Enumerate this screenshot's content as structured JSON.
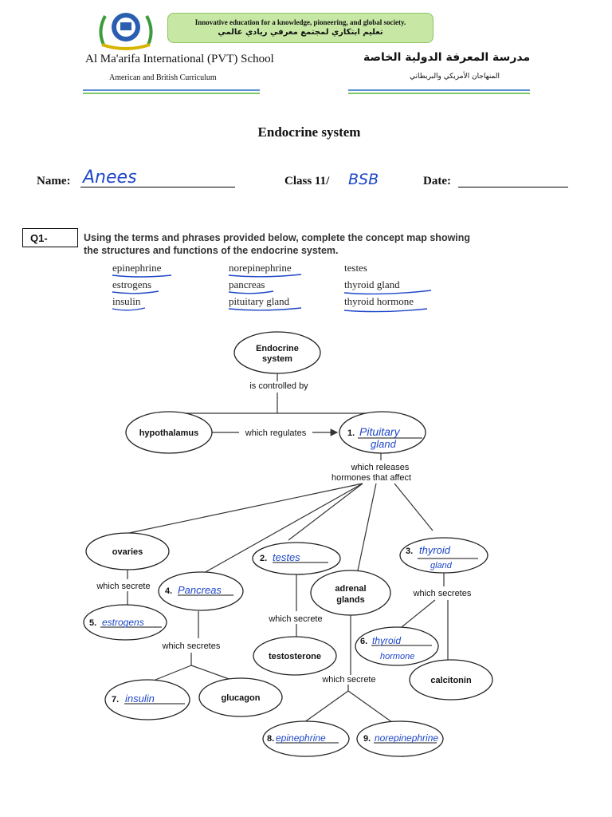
{
  "header": {
    "banner_en": "Innovative education for a knowledge, pioneering, and global society.",
    "banner_ar": "تعليم ابتكاري لمجتمع معرفي ريادي عالمي",
    "school_en": "Al Ma'arifa International (PVT) School",
    "curriculum_en": "American and British Curriculum",
    "school_ar": "مدرسة المعرفة الدولية الخاصة",
    "curriculum_ar": "المنهاجان الأمريكي والبريطاني"
  },
  "title": "Endocrine system",
  "info": {
    "name_label": "Name:",
    "name_value": "Anees",
    "class_label": "Class 11/",
    "class_value": "BSB",
    "date_label": "Date:"
  },
  "question": {
    "number": "Q1-",
    "line1": "Using the terms and phrases provided below, complete the concept map showing",
    "line2": "the structures and functions of the endocrine system."
  },
  "terms": [
    "epinephrine",
    "norepinephrine",
    "testes",
    "estrogens",
    "pancreas",
    "thyroid gland",
    "insulin",
    "pituitary gland",
    "thyroid hormone"
  ],
  "map": {
    "endocrine_1": "Endocrine",
    "endocrine_2": "system",
    "controlled_by": "is controlled by",
    "hypothalamus": "hypothalamus",
    "which_regulates": "which regulates",
    "n1": "1.",
    "a1a": "Pituitary",
    "a1b": "gland",
    "releases_1": "which releases",
    "releases_2": "hormones that affect",
    "ovaries": "ovaries",
    "n2": "2.",
    "a2": "testes",
    "adrenal_1": "adrenal",
    "adrenal_2": "glands",
    "n3": "3.",
    "a3a": "thyroid",
    "a3b": "gland",
    "ovaries_secrete": "which secrete",
    "n4": "4.",
    "a4": "Pancreas",
    "testes_secrete": "which secrete",
    "thyroid_secretes": "which secretes",
    "n5": "5.",
    "a5": "estrogens",
    "n6": "6.",
    "a6a": "thyroid",
    "a6b": "hormone",
    "pancreas_secretes": "which secretes",
    "testosterone": "testosterone",
    "calcitonin": "calcitonin",
    "adrenal_secrete": "which secrete",
    "n7": "7.",
    "a7": "insulin",
    "glucagon": "glucagon",
    "n8": "8.",
    "a8": "epinephrine",
    "n9": "9.",
    "a9": "norepinephrine"
  }
}
